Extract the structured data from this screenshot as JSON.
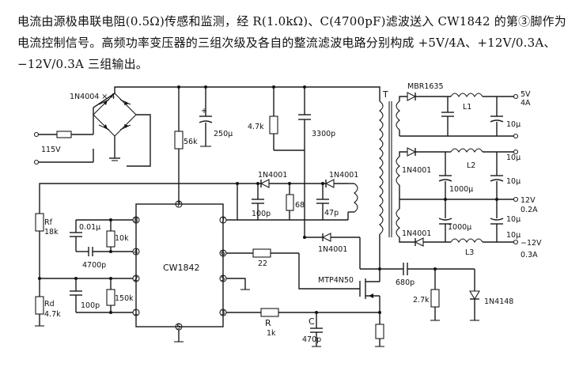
{
  "description_text": "电流由源极串联电阻(0.5Ω)传感和监测，经 R(1.0kΩ)、C(4700pF)滤波送入 CW1842 的第③脚作为电流控制信号。高频功率变压器的三组次级及各自的整流滤波电路分别构成 +5V/4A、+12V/0.3A、−12V/0.3A 三组输出。",
  "labels": {
    "bridge": "1N4004 × 4",
    "input_voltage": "115V",
    "r_56k": "56k",
    "r_4k7": "4.7k",
    "c_250u": "250μ",
    "c_3300p": "3300p",
    "transformer": "T",
    "mbr": "MBR1635",
    "l1": "L1",
    "out_5v": "5V",
    "out_4a": "4A",
    "c_10u_1": "10μ",
    "c_10u_2": "10μ",
    "c_10u_3": "10μ",
    "c_10u_4": "10μ",
    "c_10u_5": "10μ",
    "d_1n4001_sec1": "1N4001",
    "l2": "L2",
    "c_1000u_1": "1000μ",
    "out_12v": "12V",
    "out_02a_1": "0.2A",
    "d_1n4001_sec2": "1N4001",
    "c_1000u_2": "1000μ",
    "l3": "L3",
    "out_m12v": "−12V",
    "out_03a": "0.3A",
    "d_1n4001_a": "1N4001",
    "d_1n4001_b": "1N4001",
    "d_1n4001_c": "1N4001",
    "c_100p_1": "100p",
    "r_68": "68",
    "c_47p": "47p",
    "rf": "Rf",
    "r_18k": "18k",
    "c_001u": "0.01μ",
    "r_10k": "10k",
    "c_4700p": "4700p",
    "ic": "CW1842",
    "r_22": "22",
    "rd": "Rd",
    "r_4k7_b": "4.7k",
    "c_100p_2": "100p",
    "r_150k": "150k",
    "r_mark": "R",
    "r_1k": "1k",
    "c_mark": "C",
    "c_470p": "470p",
    "mosfet": "MTP4N50",
    "c_680p": "680p",
    "r_2k7": "2.7k",
    "d_1n4148": "1N4148",
    "pin8": "8",
    "pin4": "4",
    "pin2": "2",
    "pin1": "1",
    "pin7": "7",
    "pin6": "6",
    "pin5": "5",
    "pin3": "3",
    "pin_bottom": "5"
  }
}
